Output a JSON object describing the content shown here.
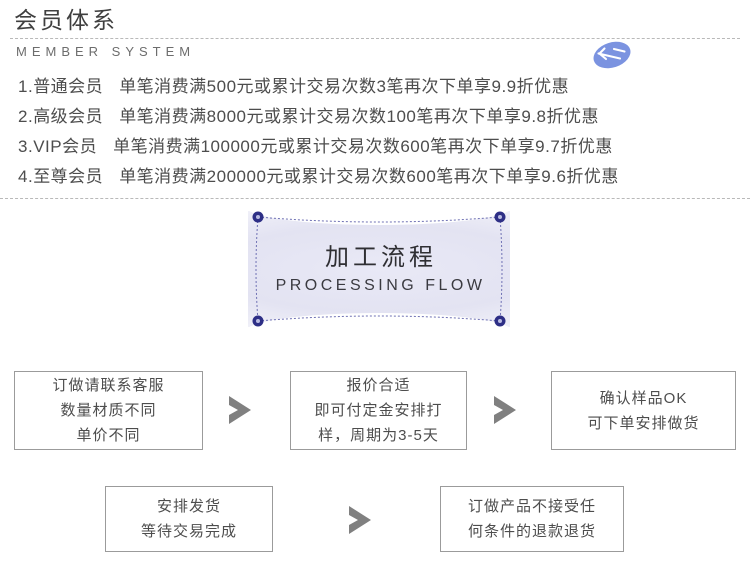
{
  "header": {
    "title": "会员体系",
    "subtitle": "MEMBER SYSTEM",
    "brand_icon": "leaf-arrow-icon",
    "brand_color": "#7b93e0",
    "divider_color": "#b9b9b9"
  },
  "members": [
    {
      "index": "1.",
      "tier": "普通会员",
      "rule": "单笔消费满500元或累计交易次数3笔再次下单享9.9折优惠"
    },
    {
      "index": "2.",
      "tier": "高级会员",
      "rule": "单笔消费满8000元或累计交易次数100笔再次下单享9.8折优惠"
    },
    {
      "index": "3.",
      "tier": "VIP会员",
      "rule": "单笔消费满100000元或累计交易次数600笔再次下单享9.7折优惠"
    },
    {
      "index": "4.",
      "tier": "至尊会员",
      "rule": "单笔消费满200000元或累计交易次数600笔再次下单享9.6折优惠"
    }
  ],
  "banner": {
    "title_cn": "加工流程",
    "title_en": "PROCESSING FLOW",
    "rivet_color": "#2e2f86",
    "fill_color": "#e4e4f2",
    "dash_color": "#6f71b4"
  },
  "flow": {
    "arrow_icon": "chevron-right-icon",
    "arrow_color": "#808080",
    "steps": [
      {
        "id": "contact-service",
        "lines": [
          "订做请联系客服",
          "数量材质不同",
          "单价不同"
        ]
      },
      {
        "id": "quote-accepted",
        "lines": [
          "报价合适",
          "即可付定金安排打",
          "样，周期为3-5天"
        ]
      },
      {
        "id": "sample-confirmed",
        "lines": [
          "确认样品OK",
          "可下单安排做货"
        ]
      },
      {
        "id": "arrange-shipment",
        "lines": [
          "安排发货",
          "等待交易完成"
        ]
      },
      {
        "id": "no-refund",
        "lines": [
          "订做产品不接受任",
          "何条件的退款退货"
        ]
      }
    ]
  }
}
